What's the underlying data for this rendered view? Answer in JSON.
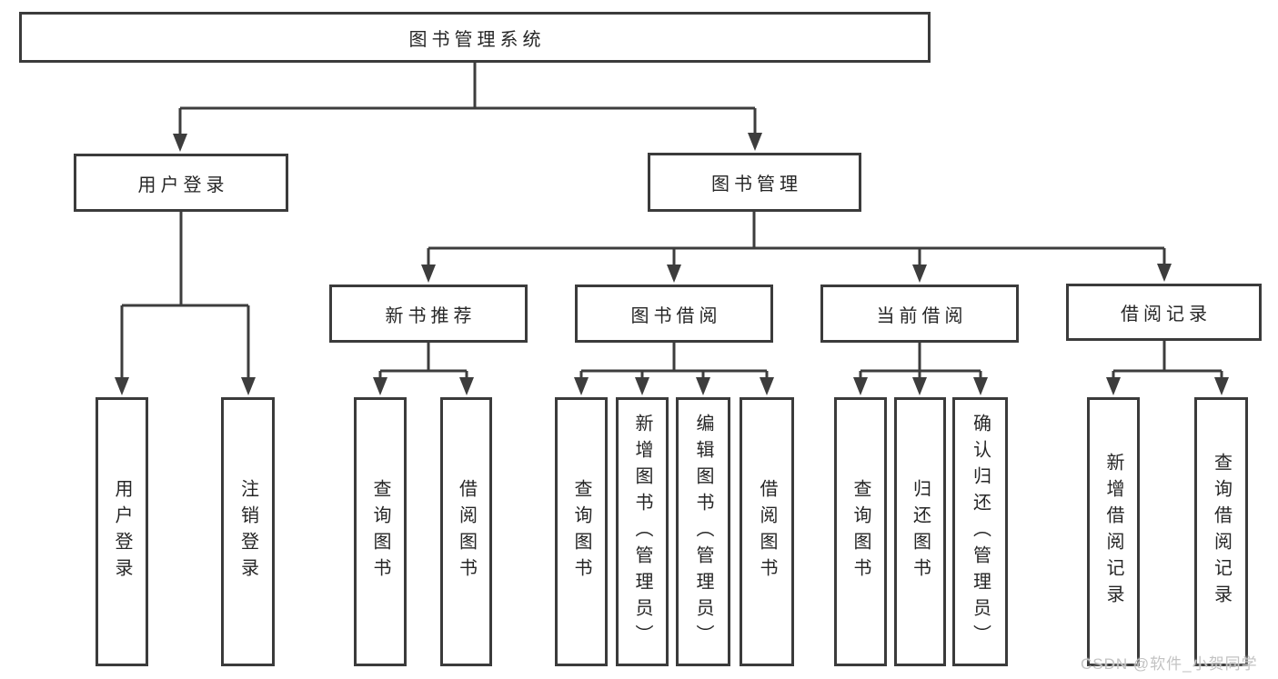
{
  "diagram": {
    "root": {
      "label": "图书管理系统"
    },
    "level2": {
      "user_login": {
        "label": "用户登录"
      },
      "book_management": {
        "label": "图书管理"
      }
    },
    "level3": {
      "new_book": {
        "label": "新书推荐"
      },
      "borrow": {
        "label": "图书借阅"
      },
      "current": {
        "label": "当前借阅"
      },
      "records": {
        "label": "借阅记录"
      }
    },
    "leaves": {
      "user_login": [
        "用户登录",
        "注销登录"
      ],
      "new_book": [
        "查询图书",
        "借阅图书"
      ],
      "borrow": [
        "查询图书",
        "新增图书（管理员）",
        "编辑图书（管理员）",
        "借阅图书"
      ],
      "current": [
        "查询图书",
        "归还图书",
        "确认归还（管理员）"
      ],
      "records": [
        "新增借阅记录",
        "查询借阅记录"
      ]
    }
  },
  "watermark": {
    "text": "CSDN @软件_小贺同学"
  },
  "colors": {
    "line": "#3d3d3d",
    "box_border": "#3b3b3b",
    "text": "#262626",
    "watermark": "#c3c3c3",
    "background": "#ffffff"
  }
}
